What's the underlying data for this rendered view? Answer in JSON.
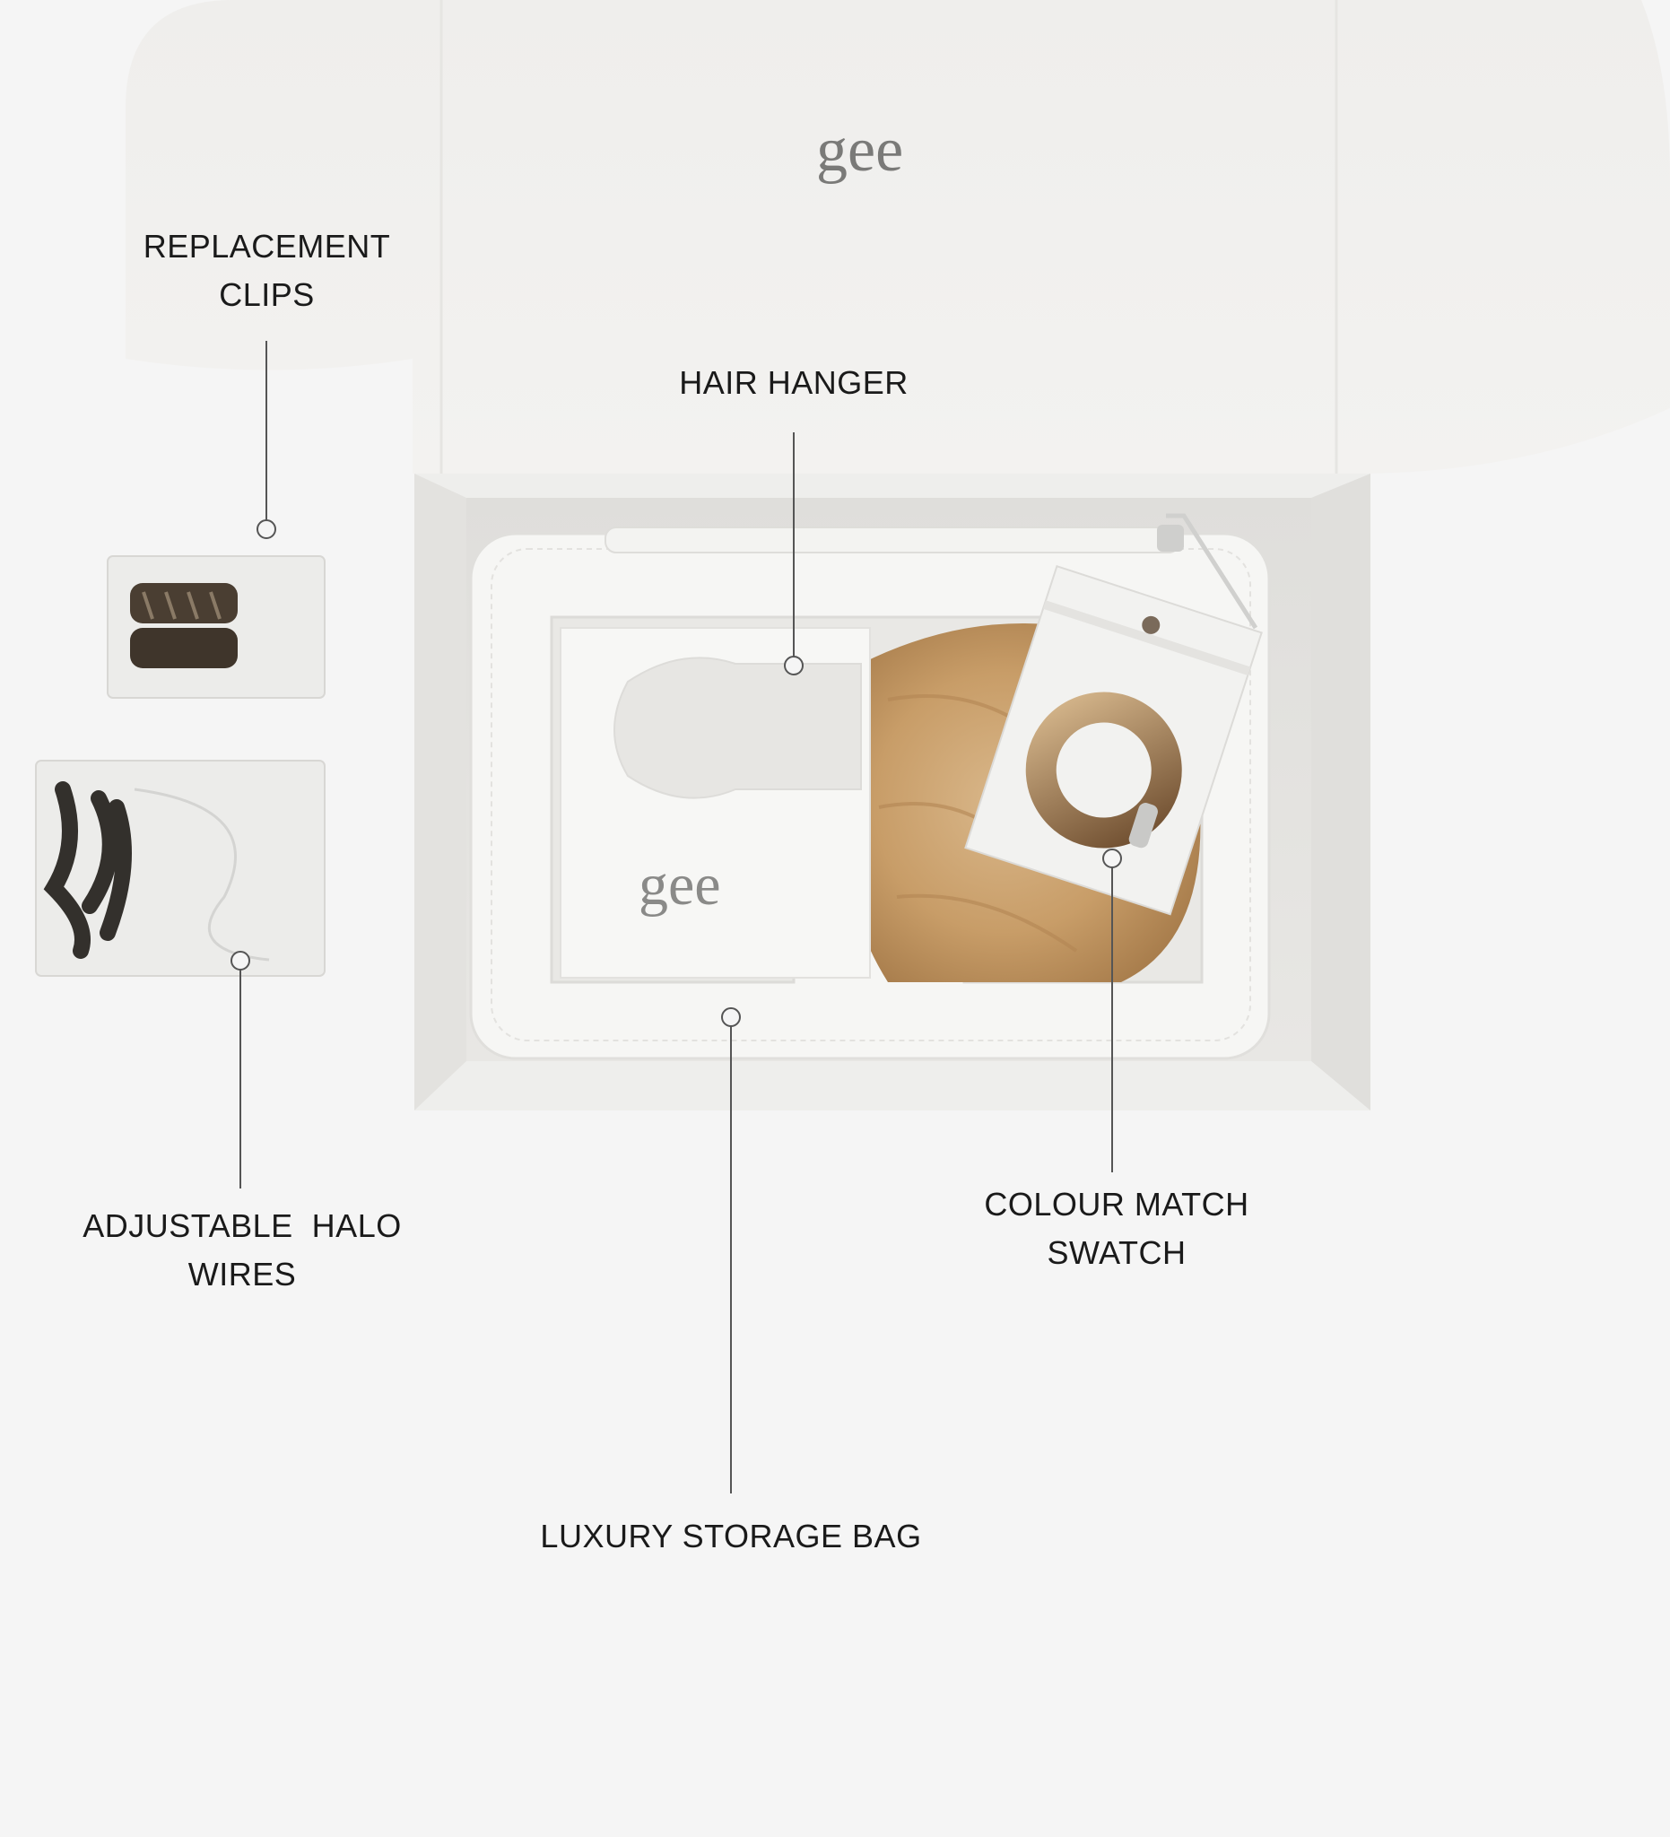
{
  "brand": {
    "logo_text": "gee",
    "colors": {
      "background": "#f5f5f5",
      "box": "#ececea",
      "lid": "#f0efed",
      "text": "#1a1a1a",
      "hair": "#c49a66"
    }
  },
  "callouts": {
    "replacement_clips": {
      "line1": "REPLACEMENT",
      "line2": "CLIPS"
    },
    "hair_hanger": {
      "line1": "HAIR HANGER"
    },
    "halo_wires": {
      "line1": "ADJUSTABLE  HALO",
      "line2": "WIRES"
    },
    "colour_swatch": {
      "line1": "COLOUR MATCH",
      "line2": "SWATCH"
    },
    "storage_bag": {
      "line1": "LUXURY STORAGE BAG"
    }
  }
}
